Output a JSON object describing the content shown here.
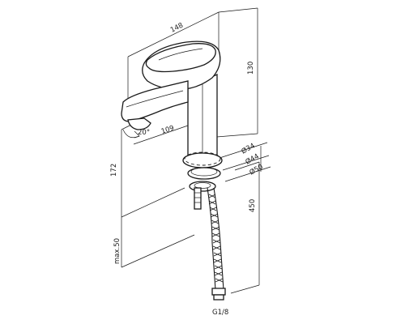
{
  "dimensions": {
    "overall_length": "148",
    "height_top": "130",
    "spout_reach": "109",
    "spout_angle": "20°",
    "spout_height": "172",
    "diameter_34": "Ø34",
    "diameter_44": "Ø44",
    "diameter_50": "Ø50",
    "hose_length": "450",
    "max_thickness": "max.50",
    "thread": "G1/8"
  }
}
